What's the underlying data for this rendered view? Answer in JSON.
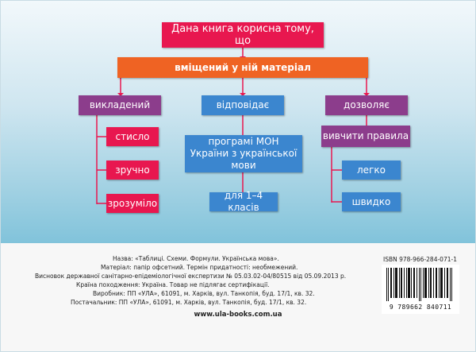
{
  "diagram": {
    "top": "Дана книга корисна тому, що",
    "middle": "вміщений у ній матеріал",
    "left_head": "викладений",
    "left_items": [
      "стисло",
      "зручно",
      "зрозуміло"
    ],
    "center_head": "відповідає",
    "center_program": "програмі МОН України з української мови",
    "center_grades": "для 1–4 класів",
    "right_head": "дозволяє",
    "right_sub": "вивчити правила",
    "right_items": [
      "легко",
      "швидко"
    ]
  },
  "colors": {
    "top_box": "#e8174f",
    "middle_box": "#ef6323",
    "heading_box": "#3b86cf",
    "purple_box": "#8c3d8c",
    "connector": "#e8174f"
  },
  "imprint": {
    "lines": [
      "Назва: «Таблиці. Схеми. Формули. Українська мова».",
      "Матеріал: папір офсетний. Термін придатності: необмежений.",
      "Висновок державної санітарно-епідеміологічної експертизи № 05.03.02-04/80515 від 05.09.2013 р.",
      "Країна походження: Україна. Товар не підлягає сертифікації.",
      "Виробник: ПП «УЛА», 61091, м. Харків, вул. Танкопія, буд. 17/1, кв. 32.",
      "Постачальник: ПП «УЛА», 61091, м. Харків, вул. Танкопія, буд. 17/1, кв. 32."
    ],
    "website": "www.ula-books.com.ua",
    "isbn": "ISBN 978-966-284-071-1",
    "barcode_number": "9 789662 840711"
  }
}
